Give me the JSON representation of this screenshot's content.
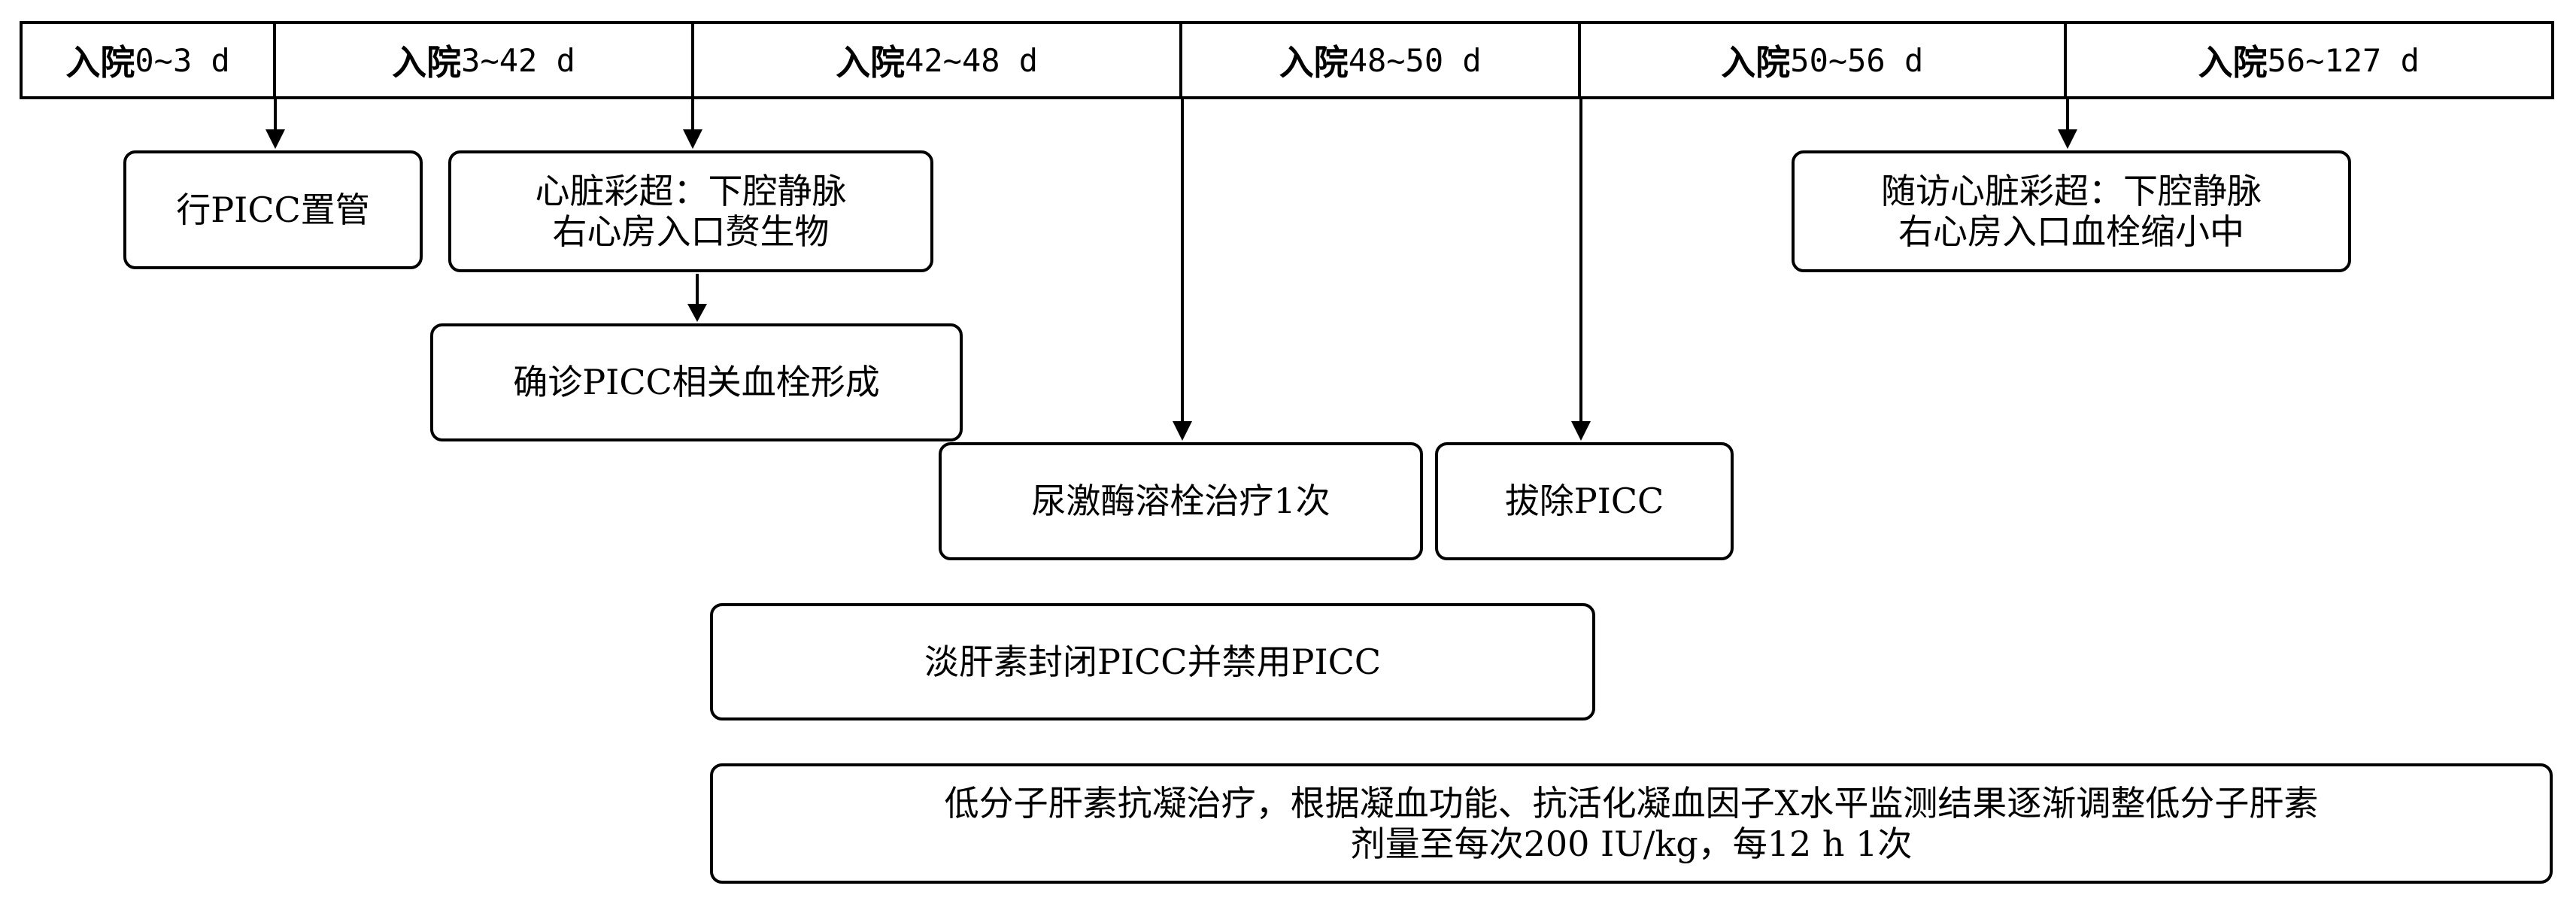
{
  "timeline": {
    "periods": [
      {
        "zh": "入院",
        "num": "0~3 d"
      },
      {
        "zh": "入院",
        "num": "3~42 d"
      },
      {
        "zh": "入院",
        "num": "42~48 d"
      },
      {
        "zh": "入院",
        "num": "48~50 d"
      },
      {
        "zh": "入院",
        "num": "50~56 d"
      },
      {
        "zh": "入院",
        "num": "56~127 d"
      }
    ]
  },
  "events": {
    "picc_insertion": "行PICC置管",
    "echo_finding": "心脏彩超：下腔静脉\n右心房入口赘生物",
    "diagnosis": "确诊PICC相关血栓形成",
    "urokinase": "尿激酶溶栓治疗1次",
    "remove_picc": "拔除PICC",
    "heparin_lock": "淡肝素封闭PICC并禁用PICC",
    "anticoagulation": "低分子肝素抗凝治疗，根据凝血功能、抗活化凝血因子Ⅹ水平监测结果逐渐调整低分子肝素\n剂量至每次200 IU/kg，每12 h 1次",
    "followup_echo": "随访心脏彩超：下腔静脉\n右心房入口血栓缩小中"
  }
}
